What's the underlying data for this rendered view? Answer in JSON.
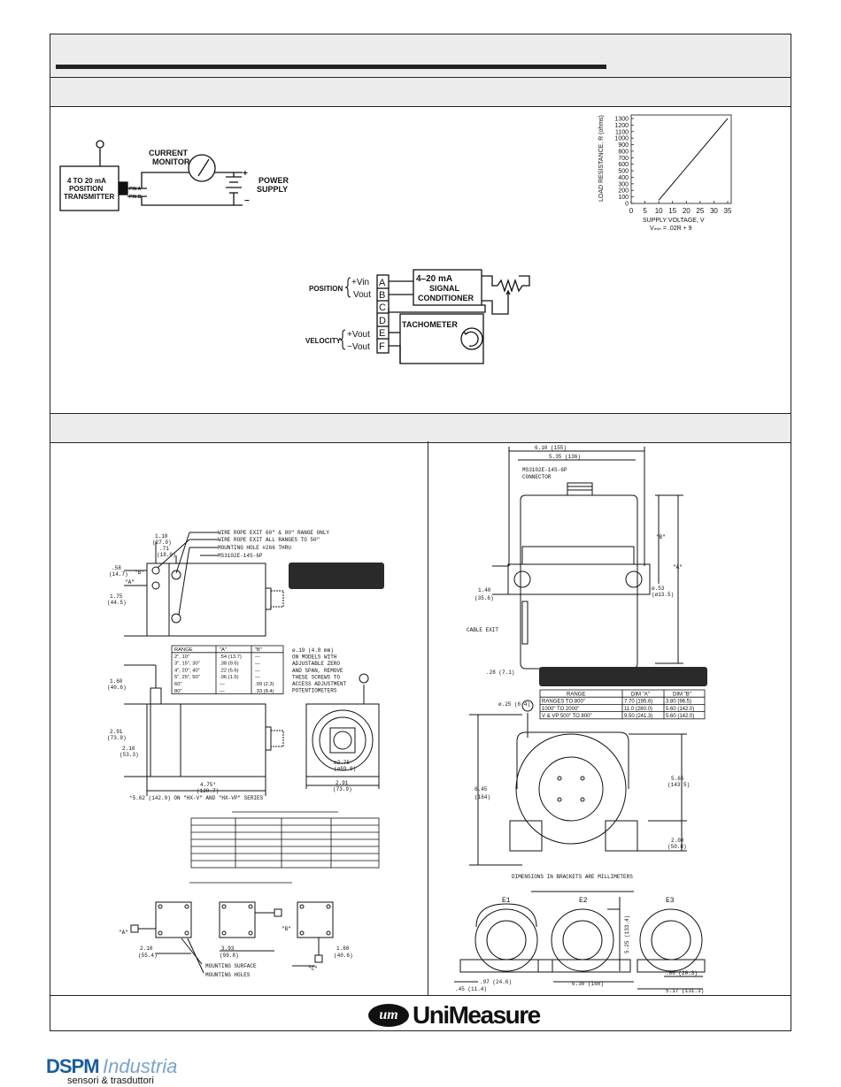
{
  "circuit": {
    "current_monitor": "CURRENT\nMONITOR",
    "transmitter": "4 TO 20 mA\nPOSITION\nTRANSMITTER",
    "pin_a": "PIN A",
    "pin_b": "PIN B",
    "power_supply": "POWER\nSUPPLY",
    "plus": "+",
    "minus": "−"
  },
  "load_chart": {
    "ylabel": "LOAD RESISTANCE, R (ohms)",
    "xlabel": "SUPPLY VOLTAGE, V",
    "formula": "Vₘᵢₙ = .02R + 9",
    "yticks": [
      "1300",
      "1200",
      "1100",
      "1000",
      "900",
      "800",
      "700",
      "600",
      "500",
      "400",
      "300",
      "200",
      "100",
      "0"
    ],
    "xticks": [
      "0",
      "5",
      "10",
      "15",
      "20",
      "25",
      "30",
      "35"
    ]
  },
  "chart_data": {
    "type": "line",
    "x": [
      10,
      35
    ],
    "y": [
      50,
      1300
    ],
    "xlabel": "SUPPLY VOLTAGE, V",
    "ylabel": "LOAD RESISTANCE, R (ohms)",
    "xlim": [
      0,
      35
    ],
    "ylim": [
      0,
      1300
    ]
  },
  "signal": {
    "position": "POSITION",
    "velocity": "VELOCITY",
    "pins": [
      "A",
      "B",
      "C",
      "D",
      "E",
      "F"
    ],
    "pin_labels": [
      "+Vin",
      "Vout",
      "",
      "",
      "+Vout",
      "−Vout"
    ],
    "conditioner": "4–20 mA\nSIGNAL\nCONDITIONER",
    "tachometer": "TACHOMETER"
  },
  "left_drawing": {
    "notes": [
      "WIRE ROPE EXIT 60\" & 80\" RANGE ONLY",
      "WIRE ROPE EXIT ALL RANGES TO 50\"",
      "MOUNTING HOLE #266 THRU",
      "MS3102E-14S-6P"
    ],
    "dims_top": [
      "1.10",
      "(27.9)",
      ".71",
      "(18.0)",
      ".58",
      "(14.7)",
      "\"B\"",
      "\"A\"",
      "1.75",
      "(44.5)"
    ],
    "range_table": {
      "headers": [
        "RANGE",
        "\"A\"",
        "\"B\""
      ],
      "rows": [
        [
          "2\", 10\"",
          ".54 (13.7)",
          "—"
        ],
        [
          "3\", 15\", 30\"",
          ".38 (9.6)",
          "—"
        ],
        [
          "4\", 20\", 40\"",
          ".22 (5.6)",
          "—"
        ],
        [
          "5\", 25\", 50\"",
          ".06 (1.5)",
          "—"
        ],
        [
          "60\"",
          "—",
          ".09 (2.3)"
        ],
        [
          "80\"",
          "—",
          ".33 (8.4)"
        ]
      ]
    },
    "pot_note": "ø.19 (4.8 mm)\nON MODELS WITH\nADJUSTABLE ZERO\nAND SPAN, REMOVE\nTHESE SCREWS TO\nACCESS ADJUSTMENT\nPOTENTIOMETERS",
    "dims_side": [
      "1.60",
      "(40.6)",
      "2.91",
      "(73.9)",
      "2.10",
      "(53.3)",
      "4.75*",
      "(120.7)",
      "ø2.75",
      "(ø69.9)",
      "2.91",
      "(73.9)"
    ],
    "series_note": "*5.62 (142.9) ON \"HX-V\" AND \"HX-VP\" SERIES",
    "mount_dims": [
      "\"A\"",
      "2.18",
      "(55.4)",
      "3.93",
      "(99.8)",
      "\"B\"",
      "1.60",
      "(40.6)",
      "\"C\""
    ],
    "mount_notes": [
      "MOUNTING SURFACE",
      "MOUNTING HOLES"
    ]
  },
  "right_drawing": {
    "dims_top": [
      "6.10 (155)",
      "5.35 (136)"
    ],
    "connector": "MS3102E-14S-6P\nCONNECTOR",
    "dims": [
      "\"B\"",
      "\"A\"",
      "1.40",
      "(35.6)",
      "ø.53",
      "(ø13.5)",
      "CABLE EXIT",
      ".28 (7.1)"
    ],
    "dim_table": {
      "headers": [
        "RANGE",
        "DIM \"A\"",
        "DIM \"B\""
      ],
      "rows": [
        [
          "RANGES TO 800\"",
          "7.70 (195.6)",
          "3.80 (96.5)"
        ],
        [
          "1000\" TO 2000\"",
          "11.0 (280.0)",
          "5.60 (142.0)"
        ],
        [
          "V & VP 500\" TO 800\"",
          "9.50 (241.3)",
          "5.60 (142.0)"
        ]
      ]
    },
    "drum_dims": [
      "ø.25 (6.4)",
      "6.45",
      "(164)",
      "5.65",
      "(143.5)",
      "2.00",
      "(50.8)"
    ],
    "mm_note": "DIMENSIONS IN BRACKETS ARE MILLIMETERS",
    "exits": [
      "E1",
      "E2",
      "E3"
    ],
    "exit_dims": [
      ".97 (24.6)",
      ".45 (11.4)",
      "6.30 (160)",
      "5.25 (133.4)",
      ".80 (20.3)",
      "5.17 (131.3)"
    ]
  },
  "footer": {
    "logo_mark": "um",
    "logo_text": "UniMeasure"
  },
  "brand": {
    "name1": "DSPM",
    "name2": "Industria",
    "tagline": "sensori & trasduttori"
  }
}
